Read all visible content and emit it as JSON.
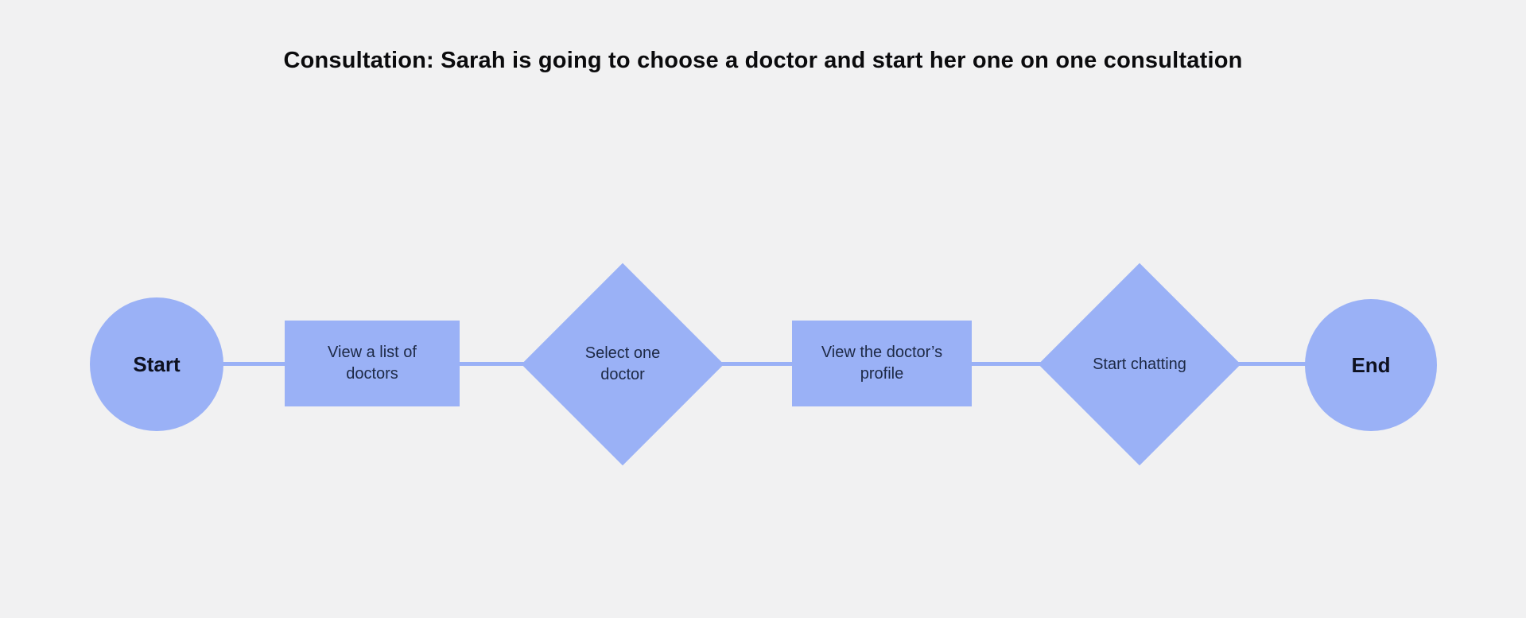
{
  "title": "Consultation: Sarah is going to choose a doctor and start her one on one consultation",
  "colors": {
    "background": "#f1f1f2",
    "shape_fill": "#9ab1f6",
    "connector": "#9ab1f6",
    "label_text": "#1d2945",
    "terminal_text": "#0e1120",
    "title_text": "#0b0b0d"
  },
  "flowchart": {
    "nodes": [
      {
        "id": "start",
        "type": "terminal",
        "shape": "circle",
        "label": "Start"
      },
      {
        "id": "view-list",
        "type": "process",
        "shape": "rectangle",
        "label": "View a list of doctors"
      },
      {
        "id": "select-doctor",
        "type": "decision",
        "shape": "diamond",
        "label": "Select one doctor"
      },
      {
        "id": "view-profile",
        "type": "process",
        "shape": "rectangle",
        "label": "View the doctor’s profile"
      },
      {
        "id": "start-chatting",
        "type": "decision",
        "shape": "diamond",
        "label": "Start chatting"
      },
      {
        "id": "end",
        "type": "terminal",
        "shape": "circle",
        "label": "End"
      }
    ],
    "edges": [
      {
        "from": "start",
        "to": "view-list"
      },
      {
        "from": "view-list",
        "to": "select-doctor"
      },
      {
        "from": "select-doctor",
        "to": "view-profile"
      },
      {
        "from": "view-profile",
        "to": "start-chatting"
      },
      {
        "from": "start-chatting",
        "to": "end"
      }
    ]
  }
}
